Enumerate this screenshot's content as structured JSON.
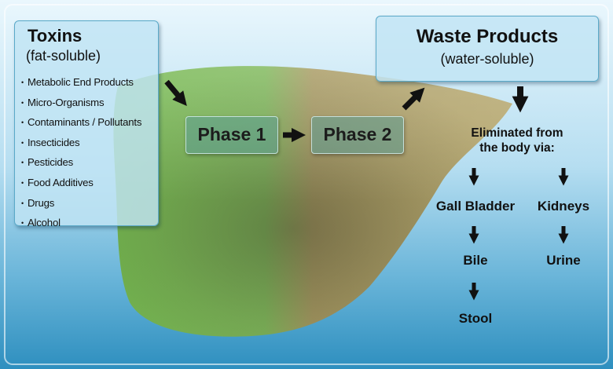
{
  "toxins": {
    "title": "Toxins",
    "subtitle": "(fat-soluble)",
    "items": [
      "Metabolic End Products",
      "Micro-Organisms",
      "Contaminants / Pollutants",
      "Insecticides",
      "Pesticides",
      "Food Additives",
      "Drugs",
      "Alcohol"
    ]
  },
  "phases": {
    "phase1": "Phase 1",
    "phase2": "Phase 2"
  },
  "waste": {
    "title": "Waste Products",
    "subtitle": "(water-soluble)"
  },
  "elimination": {
    "heading_line1": "Eliminated from",
    "heading_line2": "the body via:",
    "gall_bladder": "Gall Bladder",
    "kidneys": "Kidneys",
    "bile": "Bile",
    "urine": "Urine",
    "stool": "Stool"
  },
  "colors": {
    "background_top": "#e9f7fd",
    "background_bottom": "#2e8fbf",
    "liver_green": "#6fb04c",
    "liver_tan": "#a89a62",
    "box_fill": "#c1e4f4",
    "box_border": "#5aa9c8",
    "arrow": "#111111"
  }
}
